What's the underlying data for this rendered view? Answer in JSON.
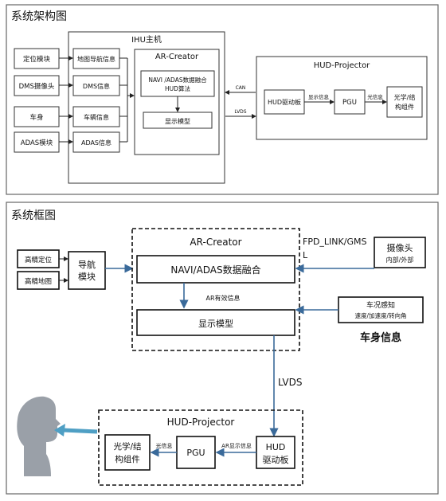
{
  "architecture": {
    "title": "系统架构图",
    "ihu_title": "IHU主机",
    "inputs": [
      "定位模块",
      "DMS摄像头",
      "车身",
      "ADAS模块"
    ],
    "info": [
      "地图导航信息",
      "DMS信息",
      "车辆信息",
      "ADAS信息"
    ],
    "ar_creator_title": "AR-Creator",
    "fusion_line1": "NAVI /ADAS数据融合",
    "fusion_line2": "HUD算法",
    "display_model": "显示模型",
    "can_label": "CAN",
    "lvds_label": "LVDS",
    "hud_projector_title": "HUD-Projector",
    "hud_driver": "HUD驱动板",
    "display_info": "显示信息",
    "pgu": "PGU",
    "light_info": "光信息",
    "optics_line1": "光学/结",
    "optics_line2": "构组件"
  },
  "block": {
    "title": "系统框图",
    "hd_position": "高精定位",
    "hd_map": "高精地图",
    "nav_line1": "导航",
    "nav_line2": "模块",
    "ar_creator_title": "AR-Creator",
    "fusion": "NAVI/ADAS数据融合",
    "ar_info": "AR有效信息",
    "display_model": "显示模型",
    "fpd_line1": "FPD_LINK/GMS",
    "fpd_line2": "L",
    "camera_line1": "摄像头",
    "camera_line2": "内部/外部",
    "vehicle_line1": "车况感知",
    "vehicle_line2": "速度/加速度/转向角",
    "body_info": "车身信息",
    "lvds_label": "LVDS",
    "hud_projector_title": "HUD-Projector",
    "optics_line1": "光学/结",
    "optics_line2": "构组件",
    "light_info": "光信息",
    "pgu": "PGU",
    "ar_display_info": "AR显示信息",
    "hud_line1": "HUD",
    "hud_line2": "驱动板"
  },
  "colors": {
    "viewer_head": "#9aa0a8",
    "light_beam": "#4f9fc4",
    "arrow_blue": "#3a6a9a"
  }
}
